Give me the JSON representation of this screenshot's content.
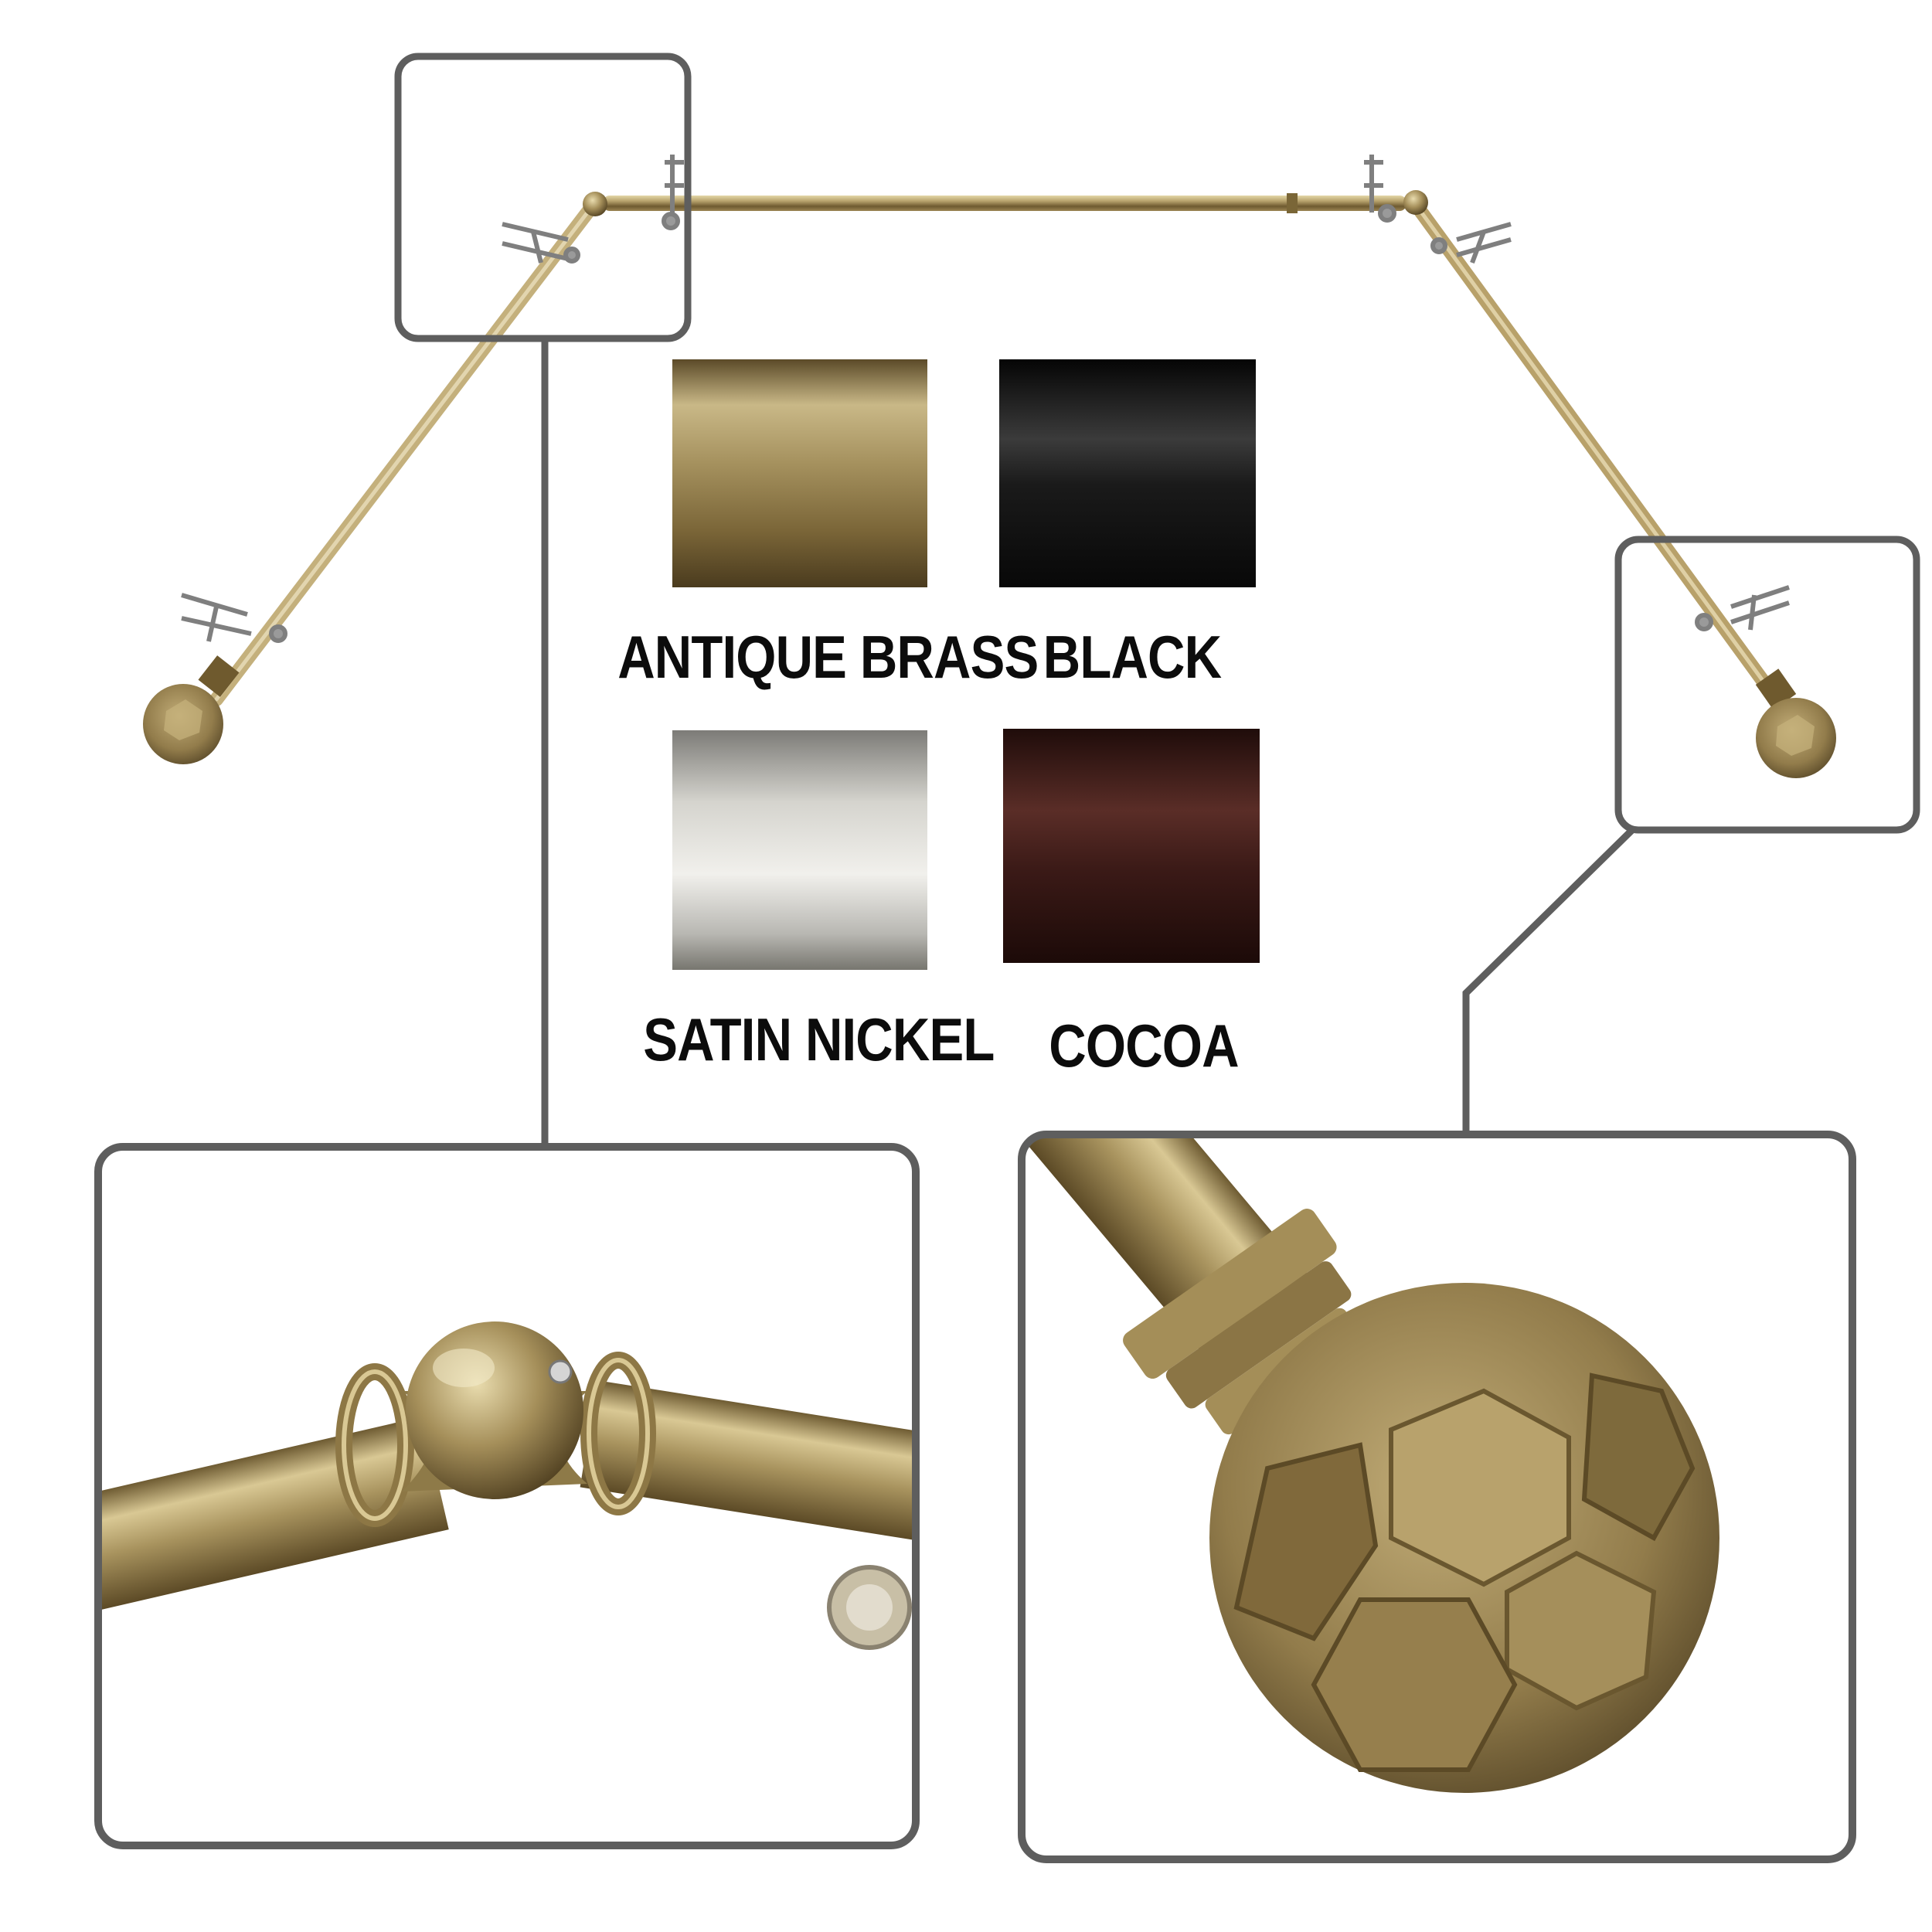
{
  "swatches": [
    {
      "label": "ANTIQUE BRASS",
      "color": "#8a7446"
    },
    {
      "label": "BLACK",
      "color": "#121212"
    },
    {
      "label": "SATIN NICKEL",
      "color": "#b4b3ae"
    },
    {
      "label": "COCOA",
      "color": "#3b1a17"
    }
  ],
  "colors": {
    "frame": "#5e5e5e",
    "brass_light": "#d8c99a",
    "brass_mid": "#a8935e",
    "brass_dark": "#5c4a26",
    "background": "#ffffff"
  },
  "icons": [
    "bay-curtain-rod",
    "faceted-ball-finial",
    "swivel-elbow-joint",
    "wall-bracket"
  ]
}
